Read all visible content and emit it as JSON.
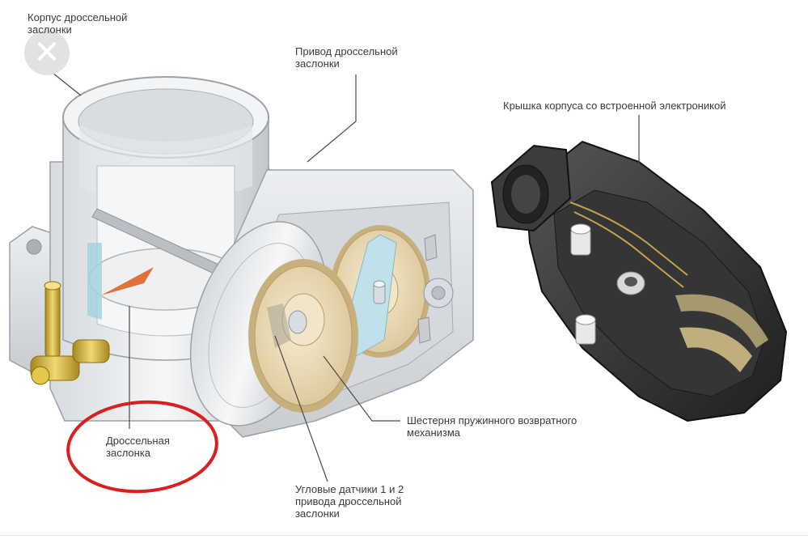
{
  "close_button": {
    "glyph": "✕"
  },
  "labels": {
    "throttle_body": [
      "Корпус дроссельной",
      "заслонки"
    ],
    "throttle_drive": [
      "Привод дроссельной",
      "заслонки"
    ],
    "housing_cover": [
      "Крышка корпуса со встроенной электроникой"
    ],
    "return_spring_gear": [
      "Шестерня пружинного возвратного",
      "механизма"
    ],
    "throttle_valve": [
      "Дроссельная",
      "заслонка"
    ],
    "angle_sensors": [
      "Угловые датчики 1 и 2",
      "привода дроссельной",
      "заслонки"
    ]
  },
  "colors": {
    "highlight_circle": "#d91f1f",
    "metal_light": "#eef0f2",
    "metal_mid": "#c9ced3",
    "gear_color": "#ead9b4",
    "brass": "#d8b84a",
    "cover_dark": "#2b2b2b"
  }
}
